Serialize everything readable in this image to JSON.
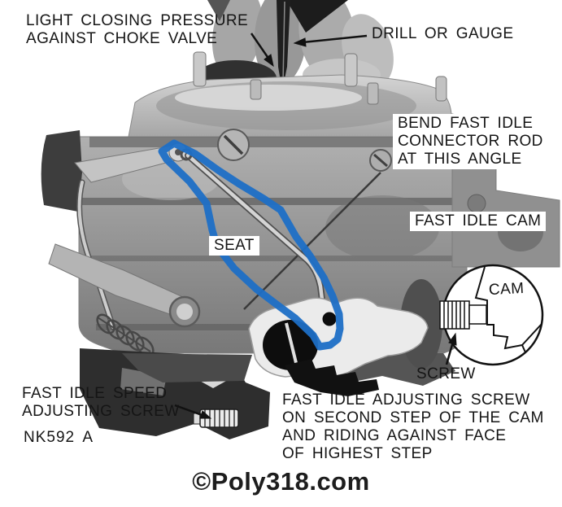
{
  "page": {
    "background": "#ffffff",
    "figure_code": "NK592 A",
    "watermark": "©Poly318.com"
  },
  "colors": {
    "highlight_blue": "#1d6fc6",
    "annotation_text": "#151515"
  },
  "callouts": {
    "choke_pressure": "LIGHT CLOSING PRESSURE\nAGAINST CHOKE VALVE",
    "drill_or_gauge": "DRILL OR GAUGE",
    "bend_rod": "BEND FAST IDLE\nCONNECTOR ROD\nAT THIS ANGLE",
    "fast_idle_cam": "FAST IDLE CAM",
    "seat": "SEAT",
    "fast_idle_speed_screw": "FAST IDLE SPEED\nADJUSTING SCREW",
    "adjusting_screw_note": "FAST IDLE ADJUSTING SCREW\nON SECOND STEP OF THE CAM\nAND RIDING AGAINST FACE\nOF HIGHEST STEP",
    "inset": {
      "cam": "CAM",
      "screw": "SCREW"
    }
  }
}
